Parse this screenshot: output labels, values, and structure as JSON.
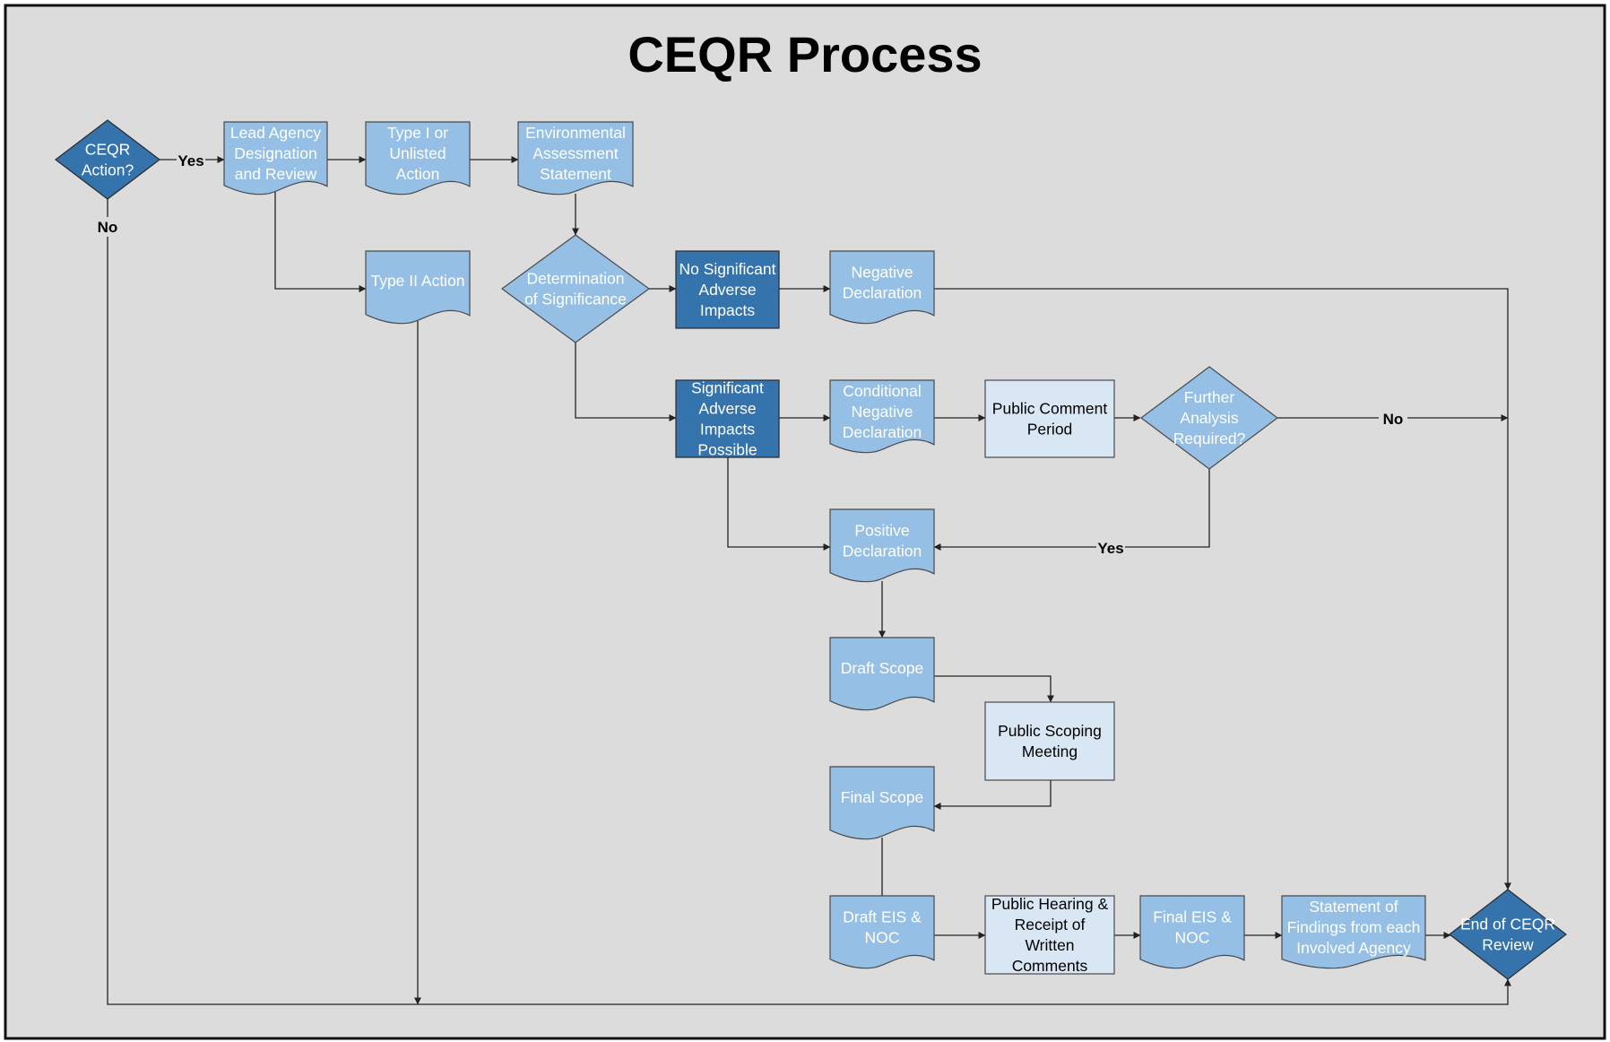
{
  "title": "CEQR Process",
  "colors": {
    "background": "#dcdcdc",
    "doc_light": "#95bfe4",
    "box_dark": "#3573ad",
    "box_pale": "#d9e7f4"
  },
  "nodes": {
    "ceqr_action": [
      "CEQR",
      "Action?"
    ],
    "lead_agency": [
      "Lead Agency",
      "Designation",
      "and Review"
    ],
    "type_i_unlisted": [
      "Type I or",
      "Unlisted",
      "Action"
    ],
    "eas": [
      "Environmental",
      "Assessment",
      "Statement"
    ],
    "type_ii": [
      "Type II Action"
    ],
    "determination": [
      "Determination",
      "of Significance"
    ],
    "no_significant": [
      "No Significant",
      "Adverse",
      "Impacts"
    ],
    "negative_declaration": [
      "Negative",
      "Declaration"
    ],
    "significant_possible": [
      "Significant",
      "Adverse",
      "Impacts",
      "Possible"
    ],
    "conditional_negative": [
      "Conditional",
      "Negative",
      "Declaration"
    ],
    "public_comment": [
      "Public Comment",
      "Period"
    ],
    "further_analysis": [
      "Further",
      "Analysis",
      "Required?"
    ],
    "positive_declaration": [
      "Positive",
      "Declaration"
    ],
    "draft_scope": [
      "Draft Scope"
    ],
    "public_scoping": [
      "Public Scoping",
      "Meeting"
    ],
    "final_scope": [
      "Final Scope"
    ],
    "draft_eis": [
      "Draft EIS &",
      "NOC"
    ],
    "public_hearing": [
      "Public Hearing &",
      "Receipt of",
      "Written",
      "Comments"
    ],
    "final_eis": [
      "Final EIS &",
      "NOC"
    ],
    "statement_findings": [
      "Statement of",
      "Findings from each",
      "Involved Agency"
    ],
    "end_review": [
      "End of CEQR",
      "Review"
    ]
  },
  "edge_labels": {
    "yes_1": "Yes",
    "no_1": "No",
    "no_2": "No",
    "yes_2": "Yes"
  }
}
